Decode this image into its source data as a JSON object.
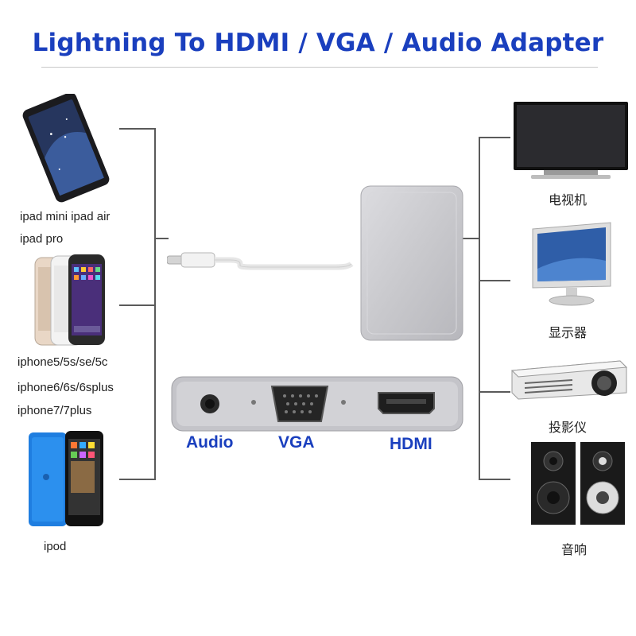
{
  "title": "Lightning To HDMI / VGA / Audio Adapter",
  "sources": [
    {
      "name": "ipad",
      "label_lines": [
        "ipad mini  ipad air",
        "ipad pro"
      ]
    },
    {
      "name": "iphone",
      "label_lines": [
        "iphone5/5s/se/5c",
        "iphone6/6s/6splus",
        "iphone7/7plus"
      ]
    },
    {
      "name": "ipod",
      "label_lines": [
        "ipod"
      ]
    }
  ],
  "ports": {
    "audio": "Audio",
    "vga": "VGA",
    "hdmi": "HDMI"
  },
  "outputs": {
    "tv": "电视机",
    "monitor": "显示器",
    "projector": "投影仪",
    "speakers": "音响"
  },
  "colors": {
    "title": "#1a3fbe",
    "port_label": "#1a3fbe",
    "adapter": "#c9c9cd"
  }
}
